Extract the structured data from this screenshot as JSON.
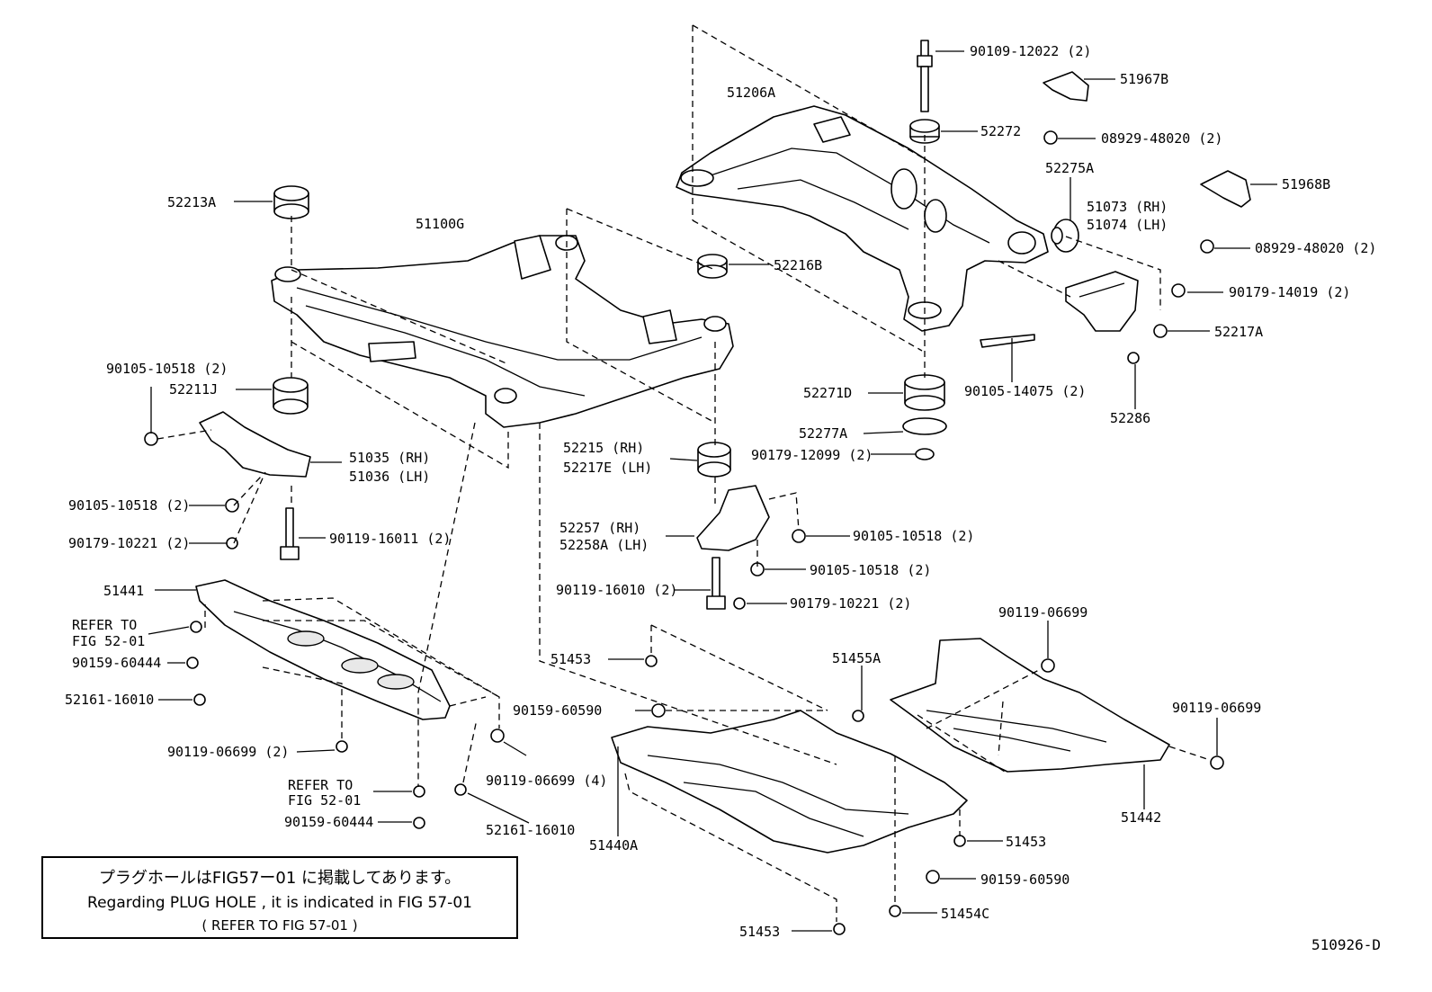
{
  "figure_id": "510926-D",
  "note": {
    "line_jp": "プラグホールはFIG57ー01 に掲載してあります。",
    "line_en": "Regarding PLUG HOLE , it is indicated in FIG 57-01",
    "line_ref": "( REFER TO FIG 57-01 )"
  },
  "labels": [
    {
      "id": "l_90109_12022",
      "text": "90109-12022 (2)"
    },
    {
      "id": "l_51967B",
      "text": "51967B"
    },
    {
      "id": "l_51206A",
      "text": "51206A"
    },
    {
      "id": "l_52272",
      "text": "52272"
    },
    {
      "id": "l_08929_48020_a",
      "text": "08929-48020 (2)"
    },
    {
      "id": "l_52275A",
      "text": "52275A"
    },
    {
      "id": "l_51968B",
      "text": "51968B"
    },
    {
      "id": "l_51073",
      "text": "51073 (RH)"
    },
    {
      "id": "l_51074",
      "text": "51074 (LH)"
    },
    {
      "id": "l_08929_48020_b",
      "text": "08929-48020 (2)"
    },
    {
      "id": "l_52213A",
      "text": "52213A"
    },
    {
      "id": "l_51100G",
      "text": "51100G"
    },
    {
      "id": "l_52216B",
      "text": "52216B"
    },
    {
      "id": "l_90179_14019",
      "text": "90179-14019 (2)"
    },
    {
      "id": "l_52217A",
      "text": "52217A"
    },
    {
      "id": "l_90105_10518_a",
      "text": "90105-10518 (2)"
    },
    {
      "id": "l_52211J",
      "text": "52211J"
    },
    {
      "id": "l_52271D",
      "text": "52271D"
    },
    {
      "id": "l_90105_14075",
      "text": "90105-14075 (2)"
    },
    {
      "id": "l_52286",
      "text": "52286"
    },
    {
      "id": "l_52277A",
      "text": "52277A"
    },
    {
      "id": "l_51035",
      "text": "51035 (RH)"
    },
    {
      "id": "l_51036",
      "text": "51036 (LH)"
    },
    {
      "id": "l_52215",
      "text": "52215  (RH)"
    },
    {
      "id": "l_52217E",
      "text": "52217E (LH)"
    },
    {
      "id": "l_90179_12099",
      "text": "90179-12099 (2)"
    },
    {
      "id": "l_90105_10518_b",
      "text": "90105-10518 (2)"
    },
    {
      "id": "l_52257",
      "text": "52257  (RH)"
    },
    {
      "id": "l_52258A",
      "text": "52258A (LH)"
    },
    {
      "id": "l_90105_10518_c",
      "text": "90105-10518 (2)"
    },
    {
      "id": "l_90179_10221_a",
      "text": "90179-10221 (2)"
    },
    {
      "id": "l_90119_16011",
      "text": "90119-16011 (2)"
    },
    {
      "id": "l_90105_10518_d",
      "text": "90105-10518 (2)"
    },
    {
      "id": "l_90119_16010",
      "text": "90119-16010 (2)"
    },
    {
      "id": "l_90179_10221_b",
      "text": "90179-10221 (2)"
    },
    {
      "id": "l_51441",
      "text": "51441"
    },
    {
      "id": "l_refer_a1",
      "text": "REFER TO"
    },
    {
      "id": "l_refer_a2",
      "text": "FIG 52-01"
    },
    {
      "id": "l_90159_60444_a",
      "text": "90159-60444"
    },
    {
      "id": "l_52161_16010_a",
      "text": "52161-16010"
    },
    {
      "id": "l_90119_06699_a",
      "text": "90119-06699 (2)"
    },
    {
      "id": "l_refer_b1",
      "text": "REFER TO"
    },
    {
      "id": "l_refer_b2",
      "text": "FIG 52-01"
    },
    {
      "id": "l_90159_60444_b",
      "text": "90159-60444"
    },
    {
      "id": "l_90119_06699_b",
      "text": "90119-06699 (4)"
    },
    {
      "id": "l_52161_16010_b",
      "text": "52161-16010"
    },
    {
      "id": "l_51453_a",
      "text": "51453"
    },
    {
      "id": "l_90159_60590_a",
      "text": "90159-60590"
    },
    {
      "id": "l_51455A",
      "text": "51455A"
    },
    {
      "id": "l_90119_06699_c",
      "text": "90119-06699"
    },
    {
      "id": "l_90119_06699_d",
      "text": "90119-06699"
    },
    {
      "id": "l_51440A",
      "text": "51440A"
    },
    {
      "id": "l_51442",
      "text": "51442"
    },
    {
      "id": "l_51453_b",
      "text": "51453"
    },
    {
      "id": "l_90159_60590_b",
      "text": "90159-60590"
    },
    {
      "id": "l_51454C",
      "text": "51454C"
    },
    {
      "id": "l_51453_c",
      "text": "51453"
    }
  ]
}
